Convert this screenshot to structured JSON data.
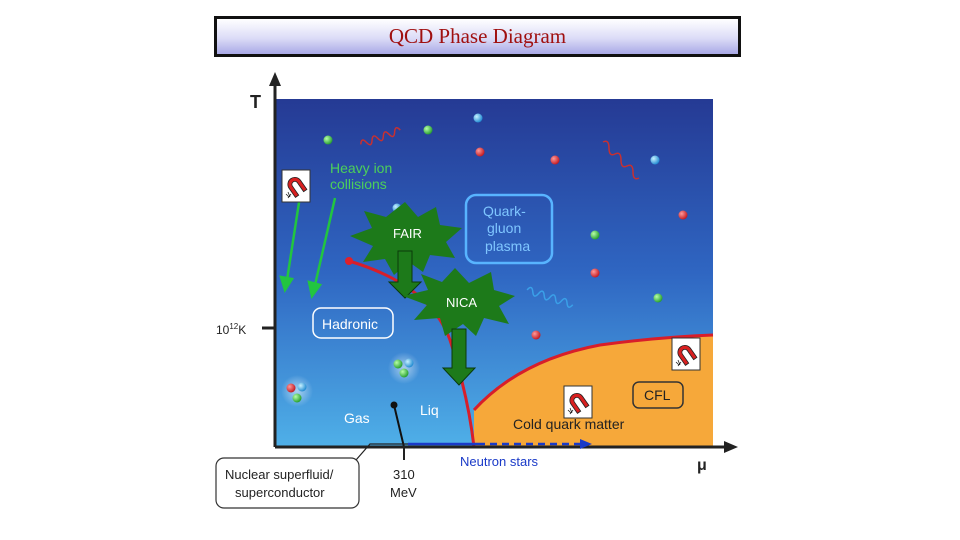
{
  "title": "QCD Phase Diagram",
  "axes": {
    "y_label": "T",
    "x_label": "μ",
    "y_tick_mantissa": "10",
    "y_tick_exp": "12",
    "y_tick_unit": "K",
    "x_tick_value": "310",
    "x_tick_unit": "MeV"
  },
  "regions": {
    "heavy_ion_1": "Heavy ion",
    "heavy_ion_2": "collisions",
    "qgp_1": "Quark-",
    "qgp_2": "gluon",
    "qgp_3": "plasma",
    "hadronic": "Hadronic",
    "gas": "Gas",
    "liq": "Liq",
    "cfl": "CFL",
    "cold_quark": "Cold quark matter",
    "neutron_stars": "Neutron stars",
    "superfluid_1": "Nuclear superfluid/",
    "superfluid_2": "superconductor"
  },
  "facilities": {
    "fair": "FAIR",
    "nica": "NICA"
  },
  "colors": {
    "title_text": "#a01010",
    "plot_top": "#2a3f96",
    "plot_bottom": "#4aa8e2",
    "cold_matter": "#f6a83a",
    "phase_line": "#d81e2a",
    "burst_fill": "#1d7a1a",
    "arrow_green": "#22c540"
  },
  "icons": [
    "magnet-icon",
    "gluon-wave-icon",
    "quark-particle-icon",
    "baryon-icon"
  ]
}
